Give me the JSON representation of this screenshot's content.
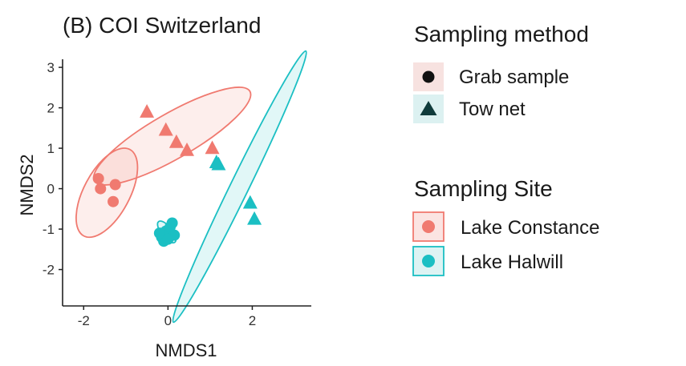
{
  "chart_data": {
    "type": "scatter",
    "title": "(B) COI Switzerland",
    "xlabel": "NMDS1",
    "ylabel": "NMDS2",
    "xlim": [
      -2.5,
      3.4
    ],
    "ylim": [
      -2.9,
      3.2
    ],
    "x_ticks": [
      -2,
      0,
      2
    ],
    "y_ticks": [
      3,
      2,
      1,
      0,
      -1,
      -2
    ],
    "grid": false,
    "legend_position": "right",
    "colors": {
      "lake_constance": "#F07A70",
      "lake_halwill": "#1BBFC3"
    },
    "legends": [
      {
        "title": "Sampling method",
        "entries": [
          {
            "label": "Grab sample",
            "shape": "circle"
          },
          {
            "label": "Tow net",
            "shape": "triangle"
          }
        ]
      },
      {
        "title": "Sampling Site",
        "entries": [
          {
            "label": "Lake Constance",
            "color": "#F07A70"
          },
          {
            "label": "Lake Halwill",
            "color": "#1BBFC3"
          }
        ]
      }
    ],
    "series": [
      {
        "site": "Lake Constance",
        "method": "Grab sample",
        "shape": "circle",
        "color": "#F07A70",
        "x": [
          -1.65,
          -1.6,
          -1.25,
          -1.3
        ],
        "y": [
          0.25,
          0.0,
          0.1,
          -0.32
        ]
      },
      {
        "site": "Lake Constance",
        "method": "Tow net",
        "shape": "triangle",
        "color": "#F07A70",
        "x": [
          -0.5,
          -0.05,
          0.2,
          0.45,
          1.05
        ],
        "y": [
          1.9,
          1.45,
          1.15,
          0.95,
          1.0
        ]
      },
      {
        "site": "Lake Halwill",
        "method": "Grab sample",
        "shape": "circle",
        "color": "#1BBFC3",
        "x": [
          -0.15,
          -0.05,
          0.05,
          -0.1,
          0.1,
          0.15,
          -0.2,
          0.0
        ],
        "y": [
          -1.2,
          -1.05,
          -0.95,
          -1.3,
          -0.85,
          -1.15,
          -1.1,
          -1.25
        ]
      },
      {
        "site": "Lake Halwill",
        "method": "Tow net",
        "shape": "triangle",
        "color": "#1BBFC3",
        "x": [
          1.15,
          1.2,
          1.95,
          2.05
        ],
        "y": [
          0.65,
          0.6,
          -0.35,
          -0.75
        ]
      }
    ],
    "ellipses": [
      {
        "group": "Lake Constance, Grab sample",
        "color": "#F07A70",
        "cx": -1.45,
        "cy": -0.1,
        "rx": 1.2,
        "ry": 0.55,
        "angle_deg": -62
      },
      {
        "group": "Lake Constance, Tow net",
        "color": "#F07A70",
        "cx": 0.1,
        "cy": 1.3,
        "rx": 2.15,
        "ry": 0.55,
        "angle_deg": -30
      },
      {
        "group": "Lake Halwill, Grab sample",
        "color": "#1BBFC3",
        "cx": -0.03,
        "cy": -1.07,
        "rx": 0.32,
        "ry": 0.13,
        "angle_deg": 52
      },
      {
        "group": "Lake Halwill, Tow net",
        "color": "#1BBFC3",
        "cx": 1.7,
        "cy": 0.05,
        "rx": 3.7,
        "ry": 0.22,
        "angle_deg": -64
      }
    ]
  }
}
